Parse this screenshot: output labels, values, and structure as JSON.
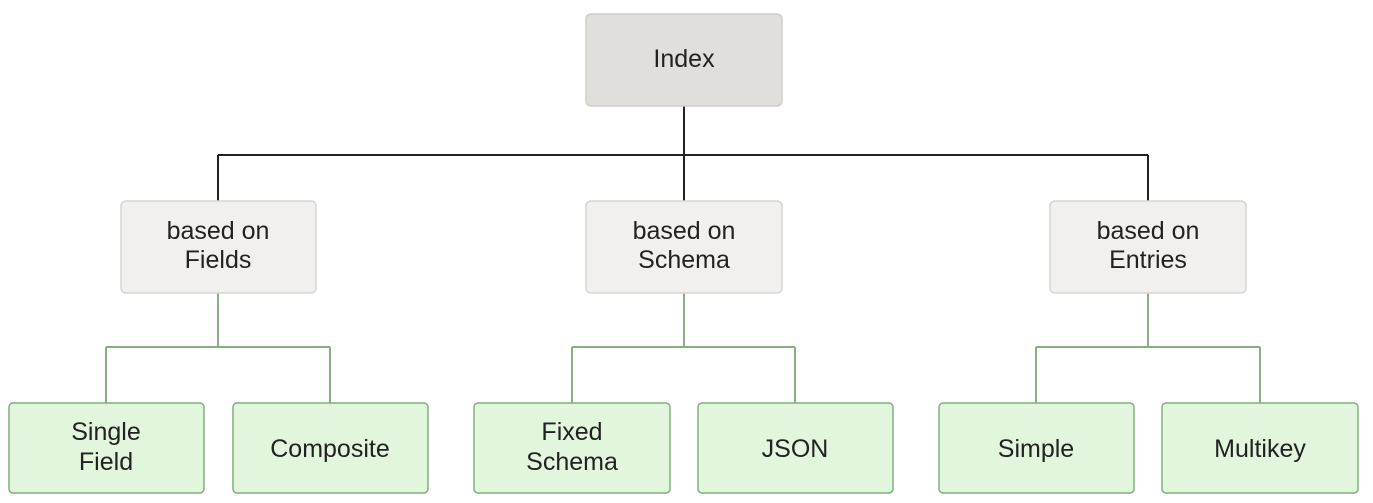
{
  "colors": {
    "root_fill": "#e0dfdc",
    "root_stroke": "#cfcdc8",
    "category_fill": "#f1f0ef",
    "category_stroke": "#d7d5d1",
    "leaf_fill": "#e2f6de",
    "leaf_stroke": "#7fb07a",
    "root_connector": "#222222",
    "leaf_connector": "#86b080",
    "text": "#222222"
  },
  "root": {
    "lines": [
      "Index"
    ]
  },
  "categories": [
    {
      "lines": [
        "based on",
        "Fields"
      ],
      "children": [
        {
          "lines": [
            "Single",
            "Field"
          ]
        },
        {
          "lines": [
            "Composite"
          ]
        }
      ]
    },
    {
      "lines": [
        "based on",
        "Schema"
      ],
      "children": [
        {
          "lines": [
            "Fixed",
            "Schema"
          ]
        },
        {
          "lines": [
            "JSON"
          ]
        }
      ]
    },
    {
      "lines": [
        "based on",
        "Entries"
      ],
      "children": [
        {
          "lines": [
            "Simple"
          ]
        },
        {
          "lines": [
            "Multikey"
          ]
        }
      ]
    }
  ]
}
